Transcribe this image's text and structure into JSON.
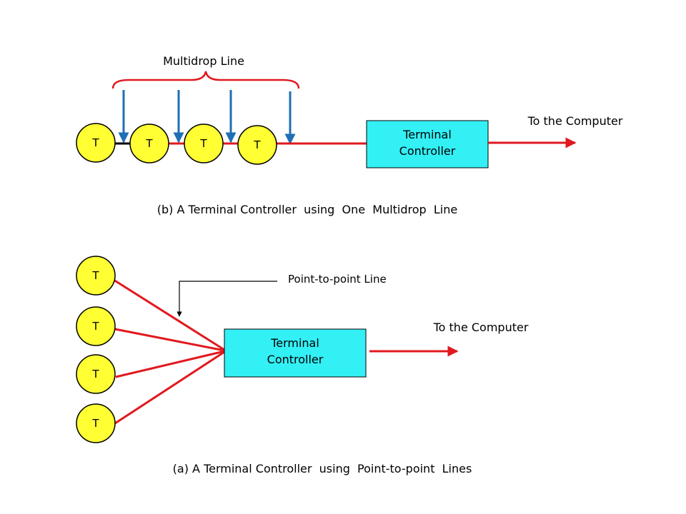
{
  "colors": {
    "line": "#e0191f",
    "arrow_blue": "#1f6fb5",
    "terminal_fill": "#ffff33",
    "controller_fill": "#33f0f5",
    "stroke": "#000000"
  },
  "diagram_b": {
    "brace_label": "Multidrop Line",
    "terminals": [
      "T",
      "T",
      "T",
      "T"
    ],
    "controller": {
      "line1": "Terminal",
      "line2": "Controller"
    },
    "output_label": "To the Computer",
    "caption": "(b) A Terminal Controller  using  One  Multidrop  Line"
  },
  "diagram_a": {
    "pointer_label": "Point-to-point Line",
    "terminals": [
      "T",
      "T",
      "T",
      "T"
    ],
    "controller": {
      "line1": "Terminal",
      "line2": "Controller"
    },
    "output_label": "To the Computer",
    "caption": "(a) A Terminal Controller  using  Point-to-point  Lines"
  }
}
